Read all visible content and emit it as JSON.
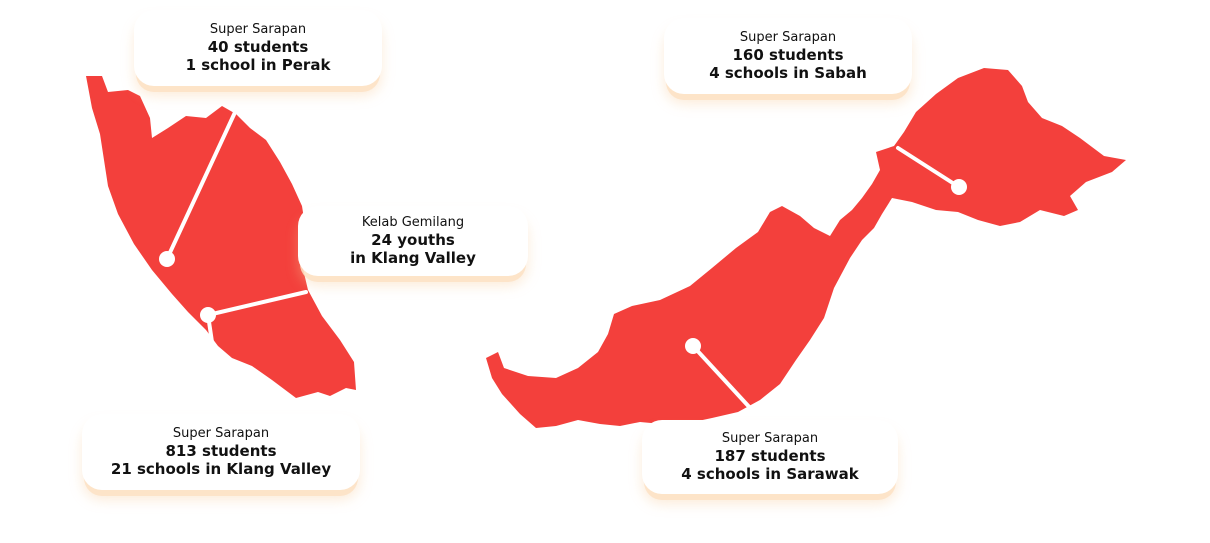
{
  "map": {
    "land_color": "#f3403c",
    "marker_color": "#ffffff"
  },
  "callouts": {
    "perak": {
      "program": "Super Sarapan",
      "line1": "40 students",
      "line2": "1 school in Perak"
    },
    "klang_valley_youth": {
      "program": "Kelab Gemilang",
      "line1": "24 youths",
      "line2": "in Klang Valley"
    },
    "klang_valley_students": {
      "program": "Super Sarapan",
      "line1": "813 students",
      "line2": "21 schools in Klang Valley"
    },
    "sabah": {
      "program": "Super Sarapan",
      "line1": "160 students",
      "line2": "4 schools in Sabah"
    },
    "sarawak": {
      "program": "Super Sarapan",
      "line1": "187 students",
      "line2": "4 schools in Sarawak"
    }
  }
}
